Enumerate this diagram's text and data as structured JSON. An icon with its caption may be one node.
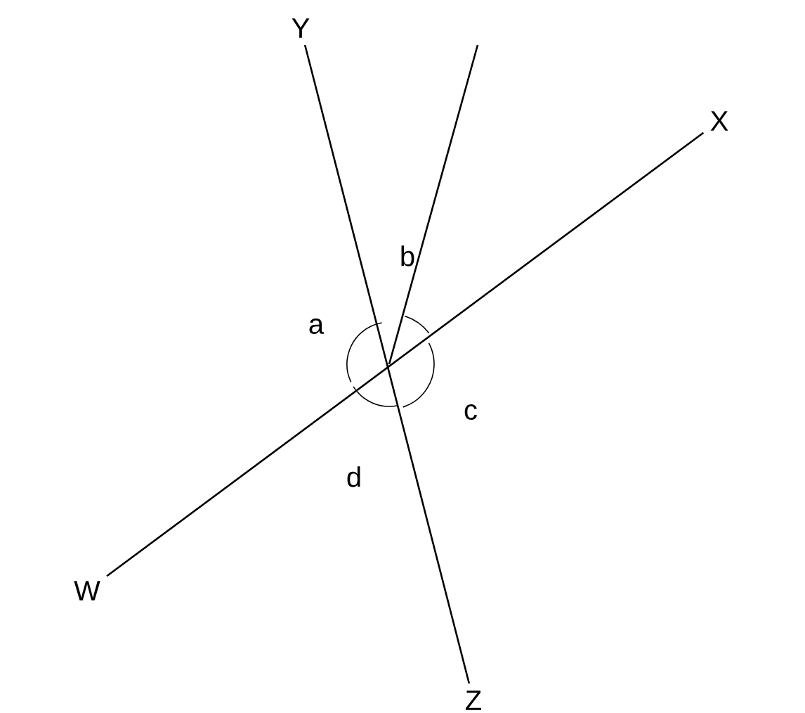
{
  "diagram": {
    "nodes": [
      {
        "text": [
          "Y"
        ]
      },
      {
        "text": [
          "X"
        ]
      },
      {
        "text": [
          "W"
        ]
      },
      {
        "text": [
          "Z"
        ]
      }
    ],
    "edges": [
      {
        "from": 2,
        "to": 1,
        "arrow": "none"
      },
      {
        "from": 0,
        "to": 3,
        "arrow": "none"
      }
    ],
    "labels": [
      "a",
      "b",
      "c",
      "d"
    ]
  }
}
